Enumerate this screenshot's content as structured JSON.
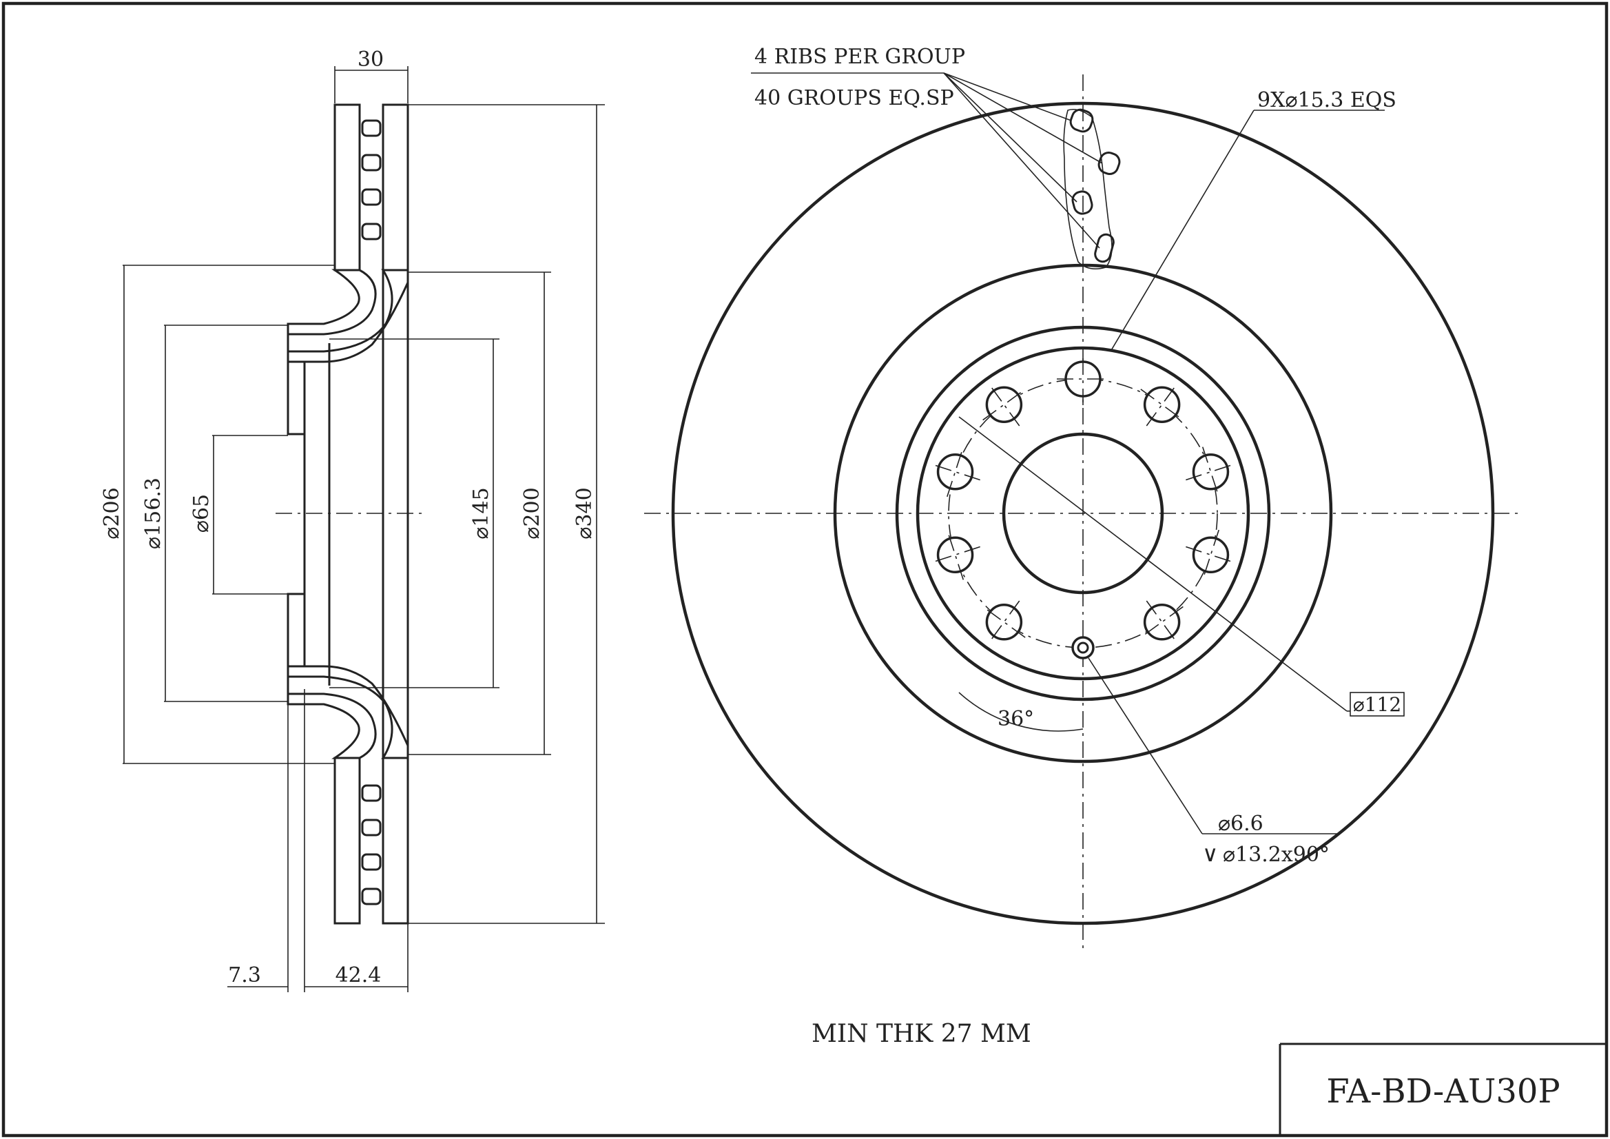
{
  "side_view": {
    "dims": {
      "thickness": "30",
      "d206": "⌀206",
      "d156": "⌀156.3",
      "d65": "⌀65",
      "d145": "⌀145",
      "d200": "⌀200",
      "d340": "⌀340",
      "offset_7": "7.3",
      "offset_42": "42.4"
    }
  },
  "front_view": {
    "ribs_note_1": "4 RIBS PER GROUP",
    "ribs_note_2": "40 GROUPS EQ.SP",
    "holes_note": "9X⌀15.3 EQS",
    "pcd_note": "⌀112",
    "angle_note": "36°",
    "small_hole_note": "⌀6.6",
    "countersink_note": "⌀13.2x90°",
    "bolt_hole_count": 9
  },
  "notes": {
    "min_thickness": "MIN THK 27 MM"
  },
  "title_block": {
    "part_number": "FA-BD-AU30P"
  },
  "colors": {
    "ink": "#222222",
    "background": "#ffffff"
  }
}
